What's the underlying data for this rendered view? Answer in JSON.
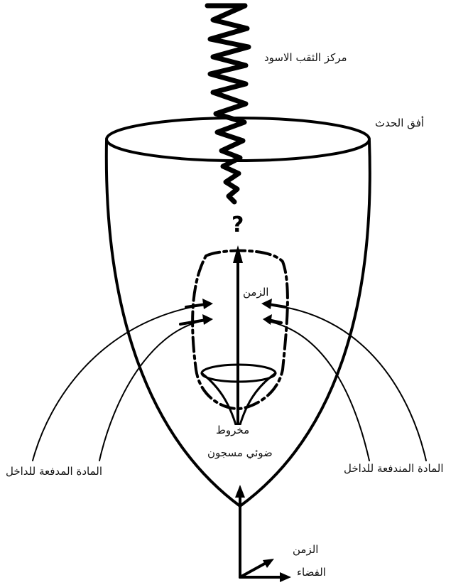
{
  "labels": {
    "singularity": "مركز الثقب الاسود",
    "horizon": "أفق الحدث",
    "time_inner": "الزمن",
    "trapped_cone_line1": "مخروط",
    "trapped_cone_line2": "ضوئي مسجون",
    "matter_left": "المادة المدفعة للداخل",
    "matter_right": "المادة المندفعة للداخل",
    "axis_time": "الزمن",
    "axis_space": "الفضاء",
    "question_mark": "?"
  },
  "colors": {
    "ink": "#000000",
    "background": "#ffffff"
  }
}
